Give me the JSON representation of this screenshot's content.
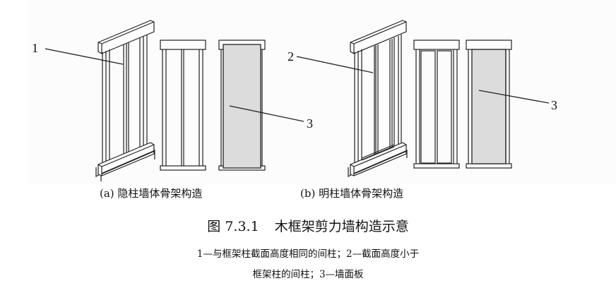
{
  "callouts": {
    "label_1": "1",
    "label_2": "2",
    "label_3a": "3",
    "label_3b": "3"
  },
  "subfigures": [
    {
      "id": "a",
      "caption": "(a) 隐柱墙体骨架构造"
    },
    {
      "id": "b",
      "caption": "(b) 明柱墙体骨架构造"
    }
  ],
  "figure": {
    "number": "图 7.3.1",
    "title": "木框架剪力墙构造示意"
  },
  "legend": {
    "line1": "1—与框架柱截面高度相同的间柱；2—截面高度小于",
    "line2": "框架柱的间柱；3—墙面板"
  },
  "colors": {
    "stroke": "#222222",
    "panel_fill": "#dcdcdc",
    "background": "#ffffff"
  }
}
